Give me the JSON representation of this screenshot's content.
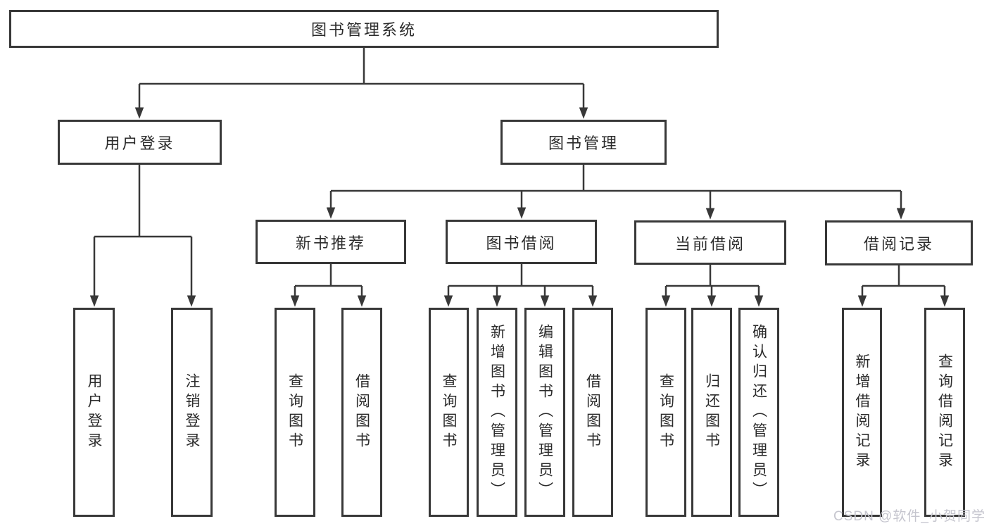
{
  "colors": {
    "line": "#383838",
    "box_border": "#383838",
    "box_bg": "#ffffff",
    "text": "#2b2b2b",
    "watermark": "#c5c5ce",
    "background": "#ffffff"
  },
  "watermark": "CSDN @软件_小贺同学",
  "tree": {
    "root": {
      "label": "图书管理系统"
    },
    "children": [
      {
        "label": "用户登录",
        "children": [
          {
            "label": "用户登录"
          },
          {
            "label": "注销登录"
          }
        ]
      },
      {
        "label": "图书管理",
        "children": [
          {
            "label": "新书推荐",
            "children": [
              {
                "label": "查询图书"
              },
              {
                "label": "借阅图书"
              }
            ]
          },
          {
            "label": "图书借阅",
            "children": [
              {
                "label": "查询图书"
              },
              {
                "label": "新增图书（管理员）"
              },
              {
                "label": "编辑图书（管理员）"
              },
              {
                "label": "借阅图书"
              }
            ]
          },
          {
            "label": "当前借阅",
            "children": [
              {
                "label": "查询图书"
              },
              {
                "label": "归还图书"
              },
              {
                "label": "确认归还（管理员）"
              }
            ]
          },
          {
            "label": "借阅记录",
            "children": [
              {
                "label": "新增借阅记录"
              },
              {
                "label": "查询借阅记录"
              }
            ]
          }
        ]
      }
    ]
  }
}
